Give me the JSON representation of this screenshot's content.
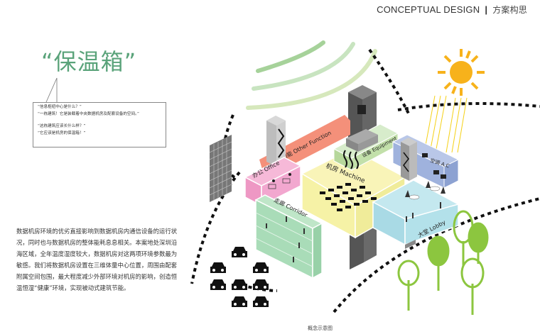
{
  "header": {
    "title_en": "CONCEPTUAL DESIGN",
    "separator": "|",
    "title_cn": "方案构思"
  },
  "concept": {
    "title": "“保温箱”",
    "callout_lines": [
      "“信息枢纽中心是什么？”",
      "“一栋建筑！它是装载着中央数据机房及配套设备的空间。”",
      "“这栋建筑应该长什么样？”",
      "“它应该是机房的保温箱！”"
    ]
  },
  "description": "数据机房环境的优劣直接影响到数据机房内通信设备的运行状况，同时也与数据机房的整体能耗息息相关。本案地处深圳沿海区域，全年温度湿度较大，数据机房对这两项环境参数最为敏感。我们将数据机房设置在三维体量中心位置，周围由配套附属空间包围，最大程度减少外部环境对机房的影响，创造恒温恒湿“健康”环境，实现被动式建筑节能。",
  "diagram": {
    "caption": "概念示意图",
    "labels": {
      "office": "办公 Office",
      "other_function": "附属功能 Other Function",
      "equipment": "设备 Equipment",
      "machine": "机房 Machine",
      "ac": "空调 A.C",
      "corridor": "走廊 Corridor",
      "lobby": "大堂 Lobby"
    },
    "icons": [
      "sun-icon",
      "wind-arcs-icon",
      "solar-panel-icon",
      "car-icon",
      "tree-icon",
      "person-icon",
      "server-icon"
    ],
    "colors": {
      "title_green": "#5aa37a",
      "office": "#f2a7cf",
      "other_function": "#f4907a",
      "equipment": "#c9e4b4",
      "machine": "#f6f2a6",
      "ac": "#9fb2dd",
      "corridor": "#a9dcb8",
      "lobby": "#b3e1ea",
      "sun": "#f7b21b",
      "tree": "#8cc63f",
      "tower": "#666666"
    }
  }
}
